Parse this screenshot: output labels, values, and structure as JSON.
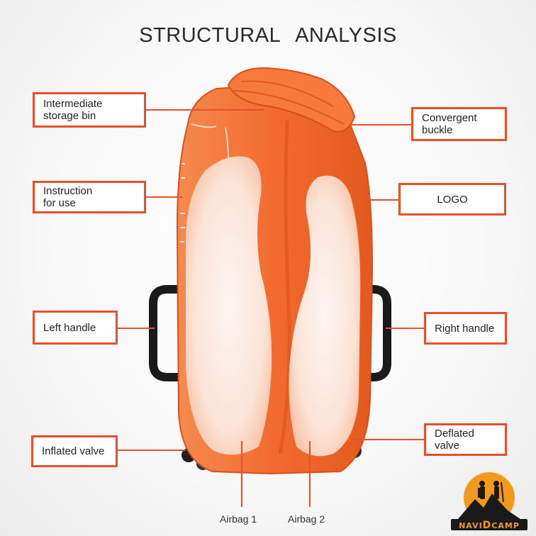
{
  "title": "STRUCTURAL   ANALYSIS",
  "labels": {
    "storage_bin": "Intermediate\nstorage bin",
    "instruction": "Instruction\nfor use",
    "left_handle": "Left handle",
    "inflated_valve": "Inflated  valve",
    "buckle": "Convergent\n buckle",
    "logo": "LOGO",
    "right_handle": "Right handle",
    "deflated_valve": "Deflated valve",
    "airbag1": "Airbag 1",
    "airbag2": "Airbag 2"
  },
  "brand": {
    "left": "NAVI",
    "mid": "D",
    "right": "CAMP"
  },
  "colors": {
    "accent": "#e8502a",
    "bag": "#f26a2e",
    "bag_dark": "#d94f1a",
    "handle": "#1a1a1a"
  }
}
